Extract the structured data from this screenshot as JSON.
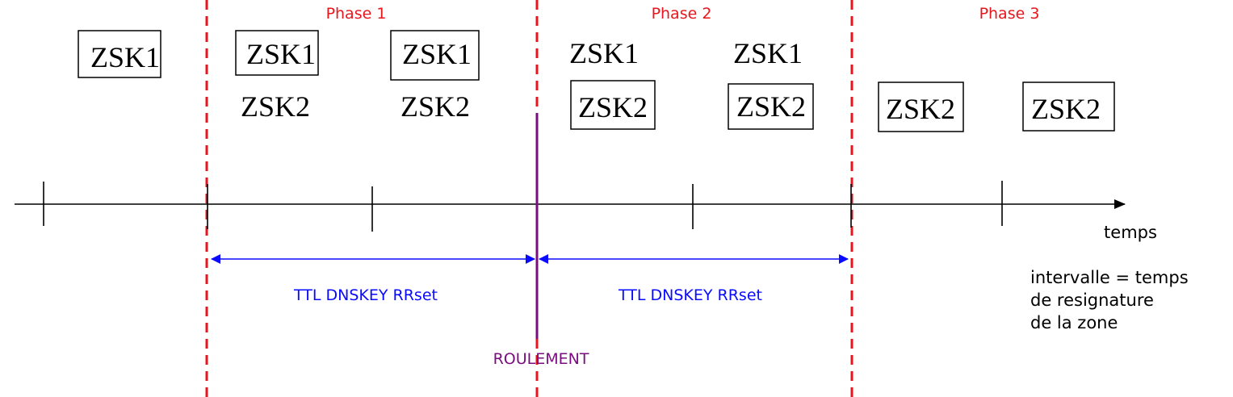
{
  "phases": [
    {
      "label": "Phase 1"
    },
    {
      "label": "Phase 2"
    },
    {
      "label": "Phase 3"
    }
  ],
  "keys": {
    "zsk1": "ZSK1",
    "zsk2": "ZSK2"
  },
  "axis": {
    "label": "temps"
  },
  "ttl_labels": [
    "TTL DNSKEY RRset",
    "TTL DNSKEY RRset"
  ],
  "rollover": {
    "label": "ROULEMENT"
  },
  "note": {
    "lines": [
      "intervalle = temps",
      "de resignature",
      "de la zone"
    ]
  },
  "colors": {
    "phase": "#e8161c",
    "ttl": "#0a0aff",
    "rollover": "#7a0d7e",
    "axis": "#000000"
  }
}
